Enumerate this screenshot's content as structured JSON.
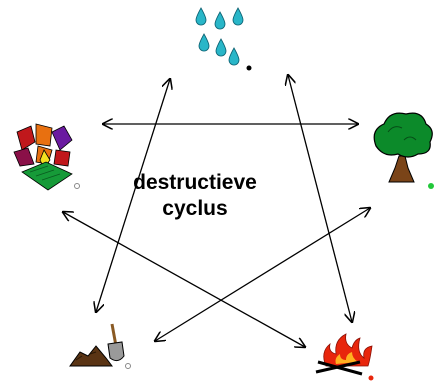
{
  "title": {
    "line1": "destructieve",
    "line2": "cyclus"
  },
  "elements": [
    {
      "name": "water",
      "icon": "water-drops-icon"
    },
    {
      "name": "wood",
      "icon": "tree-icon"
    },
    {
      "name": "fire",
      "icon": "campfire-icon"
    },
    {
      "name": "earth",
      "icon": "soil-shovel-icon"
    },
    {
      "name": "metal",
      "icon": "gem-crystals-icon"
    }
  ],
  "colors": {
    "water": "#29b6c8",
    "leaf": "#0c8a2a",
    "trunk": "#7a4418",
    "fire": "#e8260c",
    "earth": "#5a3414",
    "metal_red": "#c0181c",
    "metal_orange": "#e87010",
    "metal_purple": "#6a1aa0",
    "metal_green": "#169a38",
    "arrow": "#000000"
  }
}
